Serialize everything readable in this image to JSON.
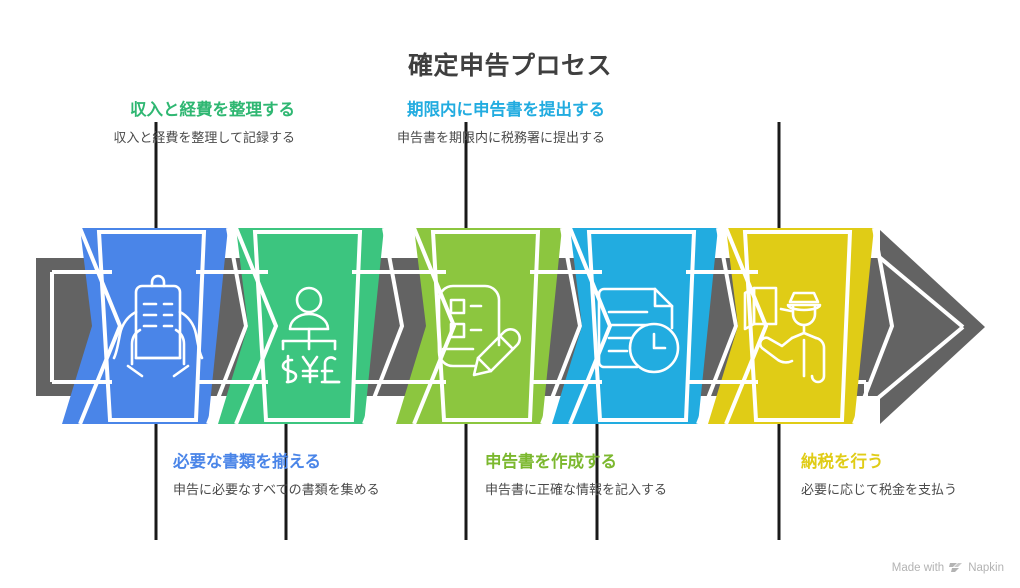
{
  "header": {
    "title": "確定申告プロセス"
  },
  "colors": {
    "step1": "#4a85e8",
    "step2": "#3cc57f",
    "step3": "#8cc63f",
    "step4": "#22ace0",
    "step5": "#e0cc16",
    "arrow": "#636363",
    "title_text": "#3f3f3f",
    "desc_text": "#4a4a4a",
    "footer_text": "#b3b3b3",
    "background": "#ffffff"
  },
  "steps": [
    {
      "index": 1,
      "title": "必要な書類を揃える",
      "description": "申告に必要なすべての書類を集める",
      "color": "#4a85e8",
      "icon": "hands-holding-clipboard-icon",
      "position": "bottom",
      "align": "left"
    },
    {
      "index": 2,
      "title": "収入と経費を整理する",
      "description": "収入と経費を整理して記録する",
      "color": "#3cc57f",
      "icon": "person-currency-tree-icon",
      "position": "top",
      "align": "right"
    },
    {
      "index": 3,
      "title": "申告書を作成する",
      "description": "申告書に正確な情報を記入する",
      "color": "#8cc63f",
      "icon": "form-checklist-pencil-icon",
      "position": "bottom",
      "align": "left"
    },
    {
      "index": 4,
      "title": "期限内に申告書を提出する",
      "description": "申告書を期限内に税務署に提出する",
      "color": "#22ace0",
      "icon": "document-clock-icon",
      "position": "top",
      "align": "right"
    },
    {
      "index": 5,
      "title": "納税を行う",
      "description": "必要に応じて税金を支払う",
      "color": "#e0cc16",
      "icon": "officer-payment-icon",
      "position": "bottom",
      "align": "left"
    }
  ],
  "footer": {
    "made_with": "Made with",
    "brand": "Napkin",
    "logo": "napkin-chevrons-icon"
  }
}
